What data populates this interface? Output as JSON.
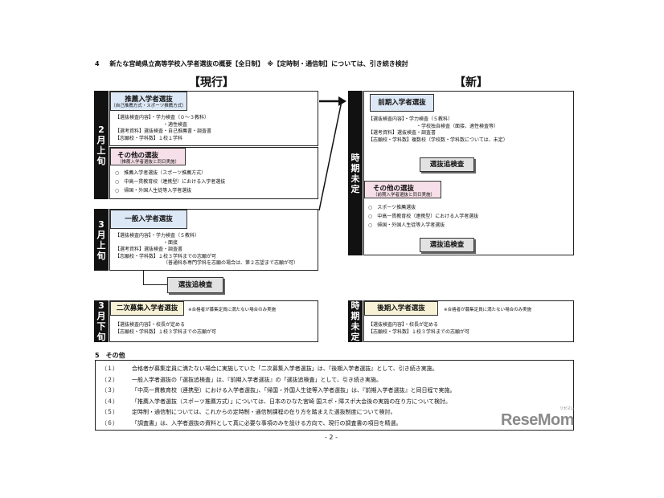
{
  "heading": {
    "number": "4",
    "text": "新たな宮崎県立高等学校入学者選抜の概要【全日制】　※【定時制・通信制】については、引き続き検討"
  },
  "current_label": "【現行】",
  "new_label": "【新】",
  "left": {
    "feb_bar": [
      "2",
      "月",
      "上",
      "旬"
    ],
    "suisen": {
      "title": "推薦入学者選抜",
      "subtitle": "（自己推薦方式・スポーツ推薦方式）",
      "lines": [
        "【選抜検査内容】・学力検査（０～３教科）",
        "・適性検査",
        "【選考資料】選抜検査・自己推薦書・調査書",
        "【志願校・学科数】１校１学科"
      ]
    },
    "sonota": {
      "title": "その他の選抜",
      "subtitle": "（推薦入学者選抜と同日実施）",
      "items": [
        "○　推薦入学者選抜（スポーツ推薦方式）",
        "○　中高一貫教育校（連携型）における入学者選抜",
        "○　帰国・外国人生徒等入学者選抜"
      ]
    },
    "mar_bar": [
      "3",
      "月",
      "上",
      "旬"
    ],
    "ippan": {
      "title": "一般入学者選抜",
      "lines": [
        "【選抜検査内容】・学力検査（５教科）",
        "・面接",
        "【選考資料】選抜検査・調査書",
        "【志願校・学科数】１校３学科までの志願が可",
        "（普通科系専門学科を志願の場合は、第２志望まで志願が可）"
      ]
    },
    "tsuika": "選抜追検査",
    "mar_late_bar": [
      "3",
      "月",
      "下",
      "旬"
    ],
    "niji": {
      "title": "二次募集入学者選抜",
      "note": "※合格者が募集定員に満たない場合のみ実施",
      "lines": [
        "【選抜検査内容】・校長が定める",
        "【志願校・学科数】１校３学科までの志願が可"
      ]
    }
  },
  "right": {
    "undecided_bar": [
      "時",
      "期",
      "未",
      "定"
    ],
    "zenki": {
      "title": "前期入学者選抜",
      "lines": [
        "【選抜検査内容】・学力検査（５教科）",
        "・学校独自検査（面接、適性検査等）",
        "【選考資料】選抜検査・調査書",
        "【志願校・学科数】複数校（学校数・学科数については、未定）"
      ]
    },
    "tsuika1": "選抜追検査",
    "sonota": {
      "title": "その他の選抜",
      "subtitle": "（前期入学者選抜と同日実施）",
      "items": [
        "○　スポーツ推薦選抜",
        "○　中高一貫教育校（連携型）における入学者選抜",
        "○　帰国・外国人生徒等入学者選抜"
      ]
    },
    "tsuika2": "選抜追検査",
    "undecided_bar2": [
      "時",
      "期",
      "未",
      "定"
    ],
    "kouki": {
      "title": "後期入学者選抜",
      "note": "※合格者が募集定員に満たない場合のみ実施",
      "lines": [
        "【選抜検査内容】・校長が定める",
        "【志願校・学科数】１校３学科までの志願が可"
      ]
    }
  },
  "section5": {
    "heading": "5　その他",
    "items": [
      {
        "num": "（１）",
        "text": "合格者が募集定員に満たない場合に実施していた「二次募集入学者選抜」は、『後期入学者選抜』として、引き続き実施。"
      },
      {
        "num": "（２）",
        "text": "一般入学者選抜の「選抜追検査」は、『前期入学者選抜』の「選抜追検査」として、引き続き実施。"
      },
      {
        "num": "（３）",
        "text": "「中高一貫教育校（連携型）における入学者選抜」、「帰国・外国人生徒等入学者選抜」は、『前期入学者選抜』と同日程で実施。"
      },
      {
        "num": "（４）",
        "text": "「推薦入学者選抜（スポーツ推薦方式）」については、日本のひなた宮崎 国スポ・障スポ大会後の実施の在り方について検討。"
      },
      {
        "num": "（５）",
        "text": "定時制・通信制については、これからの定時制・通信制課程の在り方を踏まえた選抜制度について検討。"
      },
      {
        "num": "（６）",
        "text": "「調査書」は、入学者選抜の資料として真に必要な事項のみを設ける方向で、現行の調査書の項目を精選。"
      }
    ]
  },
  "page_number": "- 2 -",
  "watermark": {
    "brand": "ReseMom",
    "ruby": "リセマム",
    "color": "#8a8a8a"
  }
}
